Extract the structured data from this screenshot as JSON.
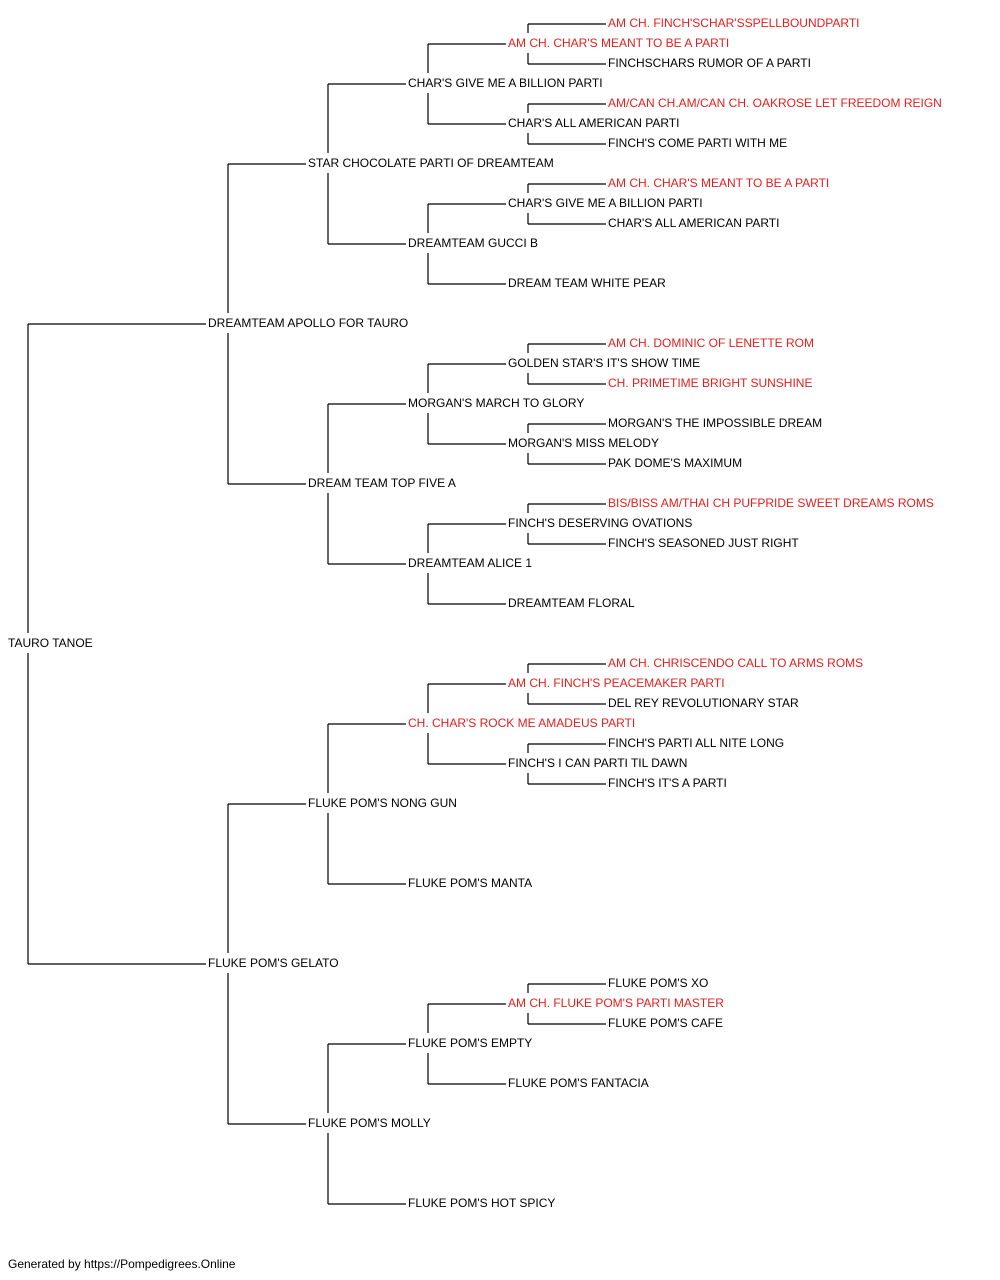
{
  "colors": {
    "text": "#000000",
    "champion": "#e41e1e",
    "line": "#000000"
  },
  "pedigree": {
    "name": "TAURO TANOE",
    "champion": false,
    "sire": {
      "name": "DREAMTEAM APOLLO FOR TAURO",
      "champion": false,
      "sire": {
        "name": "STAR CHOCOLATE PARTI OF DREAMTEAM",
        "champion": false,
        "sire": {
          "name": "CHAR'S GIVE ME A BILLION PARTI",
          "champion": false,
          "sire": {
            "name": "AM CH. CHAR'S MEANT TO BE A PARTI",
            "champion": true,
            "sire": {
              "name": "AM CH. FINCH'SCHAR'SSPELLBOUNDPARTI",
              "champion": true
            },
            "dam": {
              "name": "FINCHSCHARS RUMOR OF A PARTI",
              "champion": false
            }
          },
          "dam": {
            "name": "CHAR'S ALL AMERICAN PARTI",
            "champion": false,
            "sire": {
              "name": "AM/CAN CH.AM/CAN CH. OAKROSE LET FREEDOM REIGN",
              "champion": true
            },
            "dam": {
              "name": "FINCH'S COME PARTI WITH ME",
              "champion": false
            }
          }
        },
        "dam": {
          "name": "DREAMTEAM GUCCI B",
          "champion": false,
          "sire": {
            "name": "CHAR'S GIVE ME A BILLION PARTI",
            "champion": false,
            "sire": {
              "name": "AM CH. CHAR'S MEANT TO BE A PARTI",
              "champion": true
            },
            "dam": {
              "name": "CHAR'S ALL AMERICAN PARTI",
              "champion": false
            }
          },
          "dam": {
            "name": "DREAM TEAM WHITE PEAR",
            "champion": false
          }
        }
      },
      "dam": {
        "name": "DREAM TEAM TOP FIVE A",
        "champion": false,
        "sire": {
          "name": "MORGAN'S MARCH TO GLORY",
          "champion": false,
          "sire": {
            "name": "GOLDEN STAR'S IT'S SHOW TIME",
            "champion": false,
            "sire": {
              "name": "AM CH. DOMINIC OF LENETTE ROM",
              "champion": true
            },
            "dam": {
              "name": "CH. PRIMETIME BRIGHT SUNSHINE",
              "champion": true
            }
          },
          "dam": {
            "name": "MORGAN'S MISS MELODY",
            "champion": false,
            "sire": {
              "name": "MORGAN'S THE IMPOSSIBLE DREAM",
              "champion": false
            },
            "dam": {
              "name": "PAK DOME'S MAXIMUM",
              "champion": false
            }
          }
        },
        "dam": {
          "name": "DREAMTEAM ALICE 1",
          "champion": false,
          "sire": {
            "name": "FINCH'S DESERVING OVATIONS",
            "champion": false,
            "sire": {
              "name": "BIS/BISS AM/THAI CH PUFPRIDE SWEET DREAMS ROMS",
              "champion": true
            },
            "dam": {
              "name": "FINCH'S SEASONED JUST RIGHT",
              "champion": false
            }
          },
          "dam": {
            "name": "DREAMTEAM FLORAL",
            "champion": false
          }
        }
      }
    },
    "dam": {
      "name": "FLUKE POM'S GELATO",
      "champion": false,
      "sire": {
        "name": "FLUKE POM'S NONG GUN",
        "champion": false,
        "sire": {
          "name": "CH. CHAR'S ROCK ME AMADEUS PARTI",
          "champion": true,
          "sire": {
            "name": "AM CH. FINCH'S PEACEMAKER PARTI",
            "champion": true,
            "sire": {
              "name": "AM CH. CHRISCENDO CALL TO ARMS ROMS",
              "champion": true
            },
            "dam": {
              "name": "DEL REY REVOLUTIONARY STAR",
              "champion": false
            }
          },
          "dam": {
            "name": "FINCH'S I CAN PARTI TIL DAWN",
            "champion": false,
            "sire": {
              "name": "FINCH'S PARTI ALL NITE LONG",
              "champion": false
            },
            "dam": {
              "name": "FINCH'S IT'S A PARTI",
              "champion": false
            }
          }
        },
        "dam": {
          "name": "FLUKE POM'S MANTA",
          "champion": false
        }
      },
      "dam": {
        "name": "FLUKE POM'S MOLLY",
        "champion": false,
        "sire": {
          "name": "FLUKE POM'S EMPTY",
          "champion": false,
          "sire": {
            "name": "AM CH. FLUKE POM'S PARTI MASTER",
            "champion": true,
            "sire": {
              "name": "FLUKE POM'S XO",
              "champion": false
            },
            "dam": {
              "name": "FLUKE POM'S CAFE",
              "champion": false
            }
          },
          "dam": {
            "name": "FLUKE POM'S FANTACIA",
            "champion": false
          }
        },
        "dam": {
          "name": "FLUKE POM'S HOT SPICY",
          "champion": false
        }
      }
    }
  },
  "footer": "Generated by https://Pompedigrees.Online"
}
